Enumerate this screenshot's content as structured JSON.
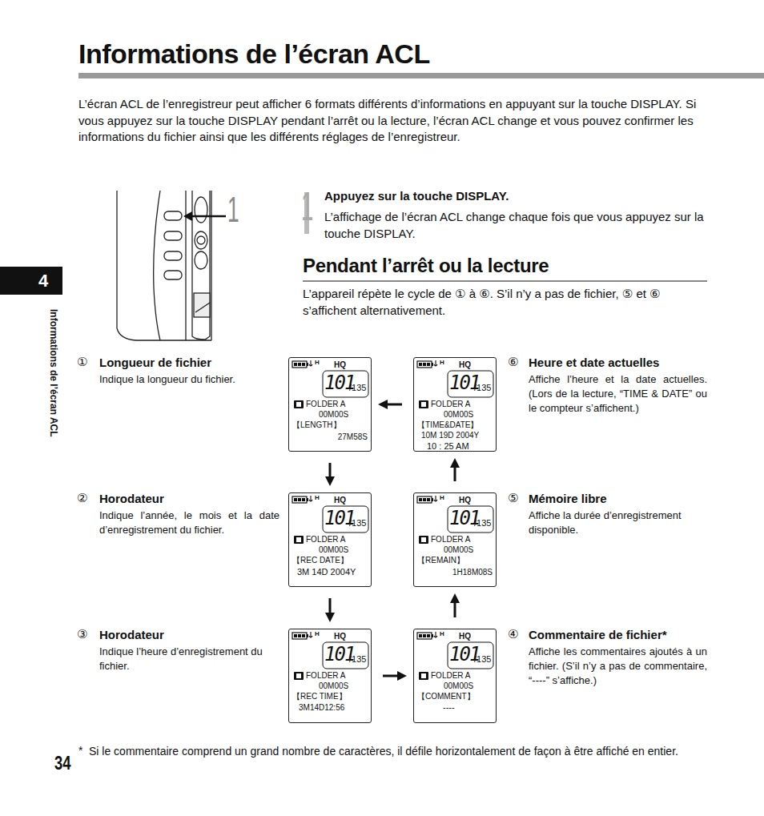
{
  "diagram": {
    "title": "Informations de l’écran ACL",
    "nodes": [
      {
        "text": [
          "H",
          "HQ",
          "101",
          "/135",
          "FOLDER A",
          "00M00S",
          "【LENGTH】",
          "27M58S"
        ]
      },
      {
        "text": [
          "H",
          "HQ",
          "101",
          "/135",
          "FOLDER A",
          "00M00S",
          "【TIME&DATE】",
          "10M 19D 2004Y",
          "10 : 25 AM"
        ]
      },
      {
        "text": [
          "H",
          "HQ",
          "101",
          "/135",
          "FOLDER A",
          "00M00S",
          "【REC DATE】",
          "3M 14D 2004Y"
        ]
      },
      {
        "text": [
          "H",
          "HQ",
          "101",
          "/135",
          "FOLDER A",
          "00M00S",
          "【REMAIN】",
          "1H18M08S"
        ]
      },
      {
        "text": [
          "H",
          "HQ",
          "101",
          "/135",
          "FOLDER A",
          "00M00S",
          "【REC TIME】",
          "3M14D12:56"
        ]
      },
      {
        "text": [
          "H",
          "HQ",
          "101",
          "/135",
          "FOLDER A",
          "00M00S",
          "【COMMENT】",
          "----"
        ]
      }
    ],
    "edges": [
      {
        "from": 0,
        "to": 2,
        "arrow": "to"
      },
      {
        "from": 2,
        "to": 4,
        "arrow": "to"
      },
      {
        "from": 4,
        "to": 5,
        "arrow": "to"
      },
      {
        "from": 5,
        "to": 3,
        "arrow": "to"
      },
      {
        "from": 3,
        "to": 1,
        "arrow": "to"
      },
      {
        "from": 1,
        "to": 0,
        "arrow": "to"
      }
    ],
    "labels": [
      "L’écran ACL de l’enregistreur peut afficher 6 formats différents d’informations en appuyant sur la touche DISPLAY. Si vous appuyez sur la touche DISPLAY pendant l’arrêt ou la lecture, l’écran ACL change et vous pouvez confirmer les informations du fichier ainsi que les différents réglages de l’enregistreur.",
      "1",
      "1",
      "Appuyez sur la touche DISPLAY.",
      "L’affichage de l’écran ACL change chaque fois que vous appuyez sur la touche DISPLAY.",
      "Pendant l’arrêt ou la lecture",
      "L’appareil répète le cycle de ① à ⑥. S’il n’y a pas de fichier, ⑤ et ⑥ s’affichent alternativement.",
      "①",
      "Longueur de fichier",
      "Indique la longueur du fichier.",
      "②",
      "Horodateur",
      "Indique l’année, le mois et la date d’enregistrement du fichier.",
      "③",
      "Horodateur",
      "Indique l’heure d’enregistrement du fichier.",
      "⑥",
      "Heure et date actuelles",
      "Affiche l’heure et la date actuelles. (Lors de la lecture, “TIME & DATE” ou le compteur s’affichent.)",
      "⑤",
      "Mémoire libre",
      "Affiche la durée d’enregistrement disponible.",
      "④",
      "Commentaire de fichier*",
      "Affiche les commentaires ajoutés à un fichier. (S’il n’y a pas de commentaire, “----” s’affiche.)",
      "*",
      "Si le commentaire comprend un grand nombre de caractères, il défile horizontalement de façon à être affiché en entier.",
      "34",
      "4",
      "Informations de l’écran ACL"
    ]
  }
}
